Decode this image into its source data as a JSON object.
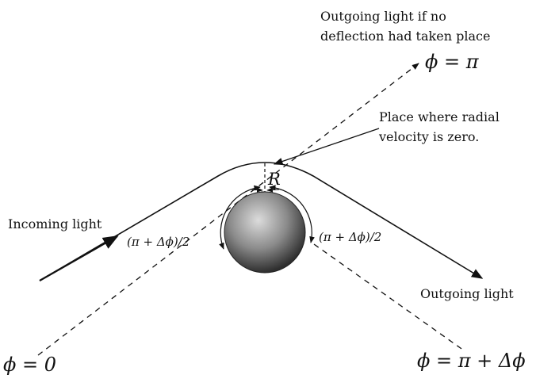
{
  "labels": {
    "outgoing_no_deflection_line1": "Outgoing light if no",
    "outgoing_no_deflection_line2": "deflection had taken place",
    "phi_pi": "ϕ = π",
    "radial_line1": "Place where radial",
    "radial_line2": "velocity is zero.",
    "radius": "R",
    "incoming": "Incoming light",
    "angle_left": "(π + Δϕ)/2",
    "angle_right": "(π + Δϕ)/2",
    "outgoing": "Outgoing light",
    "phi_zero": "ϕ = 0",
    "phi_pi_delta": "ϕ = π + Δϕ"
  },
  "colors": {
    "ink": "#111111",
    "sphere_light": "#d9d9d9",
    "sphere_dark": "#3c3c3c"
  }
}
